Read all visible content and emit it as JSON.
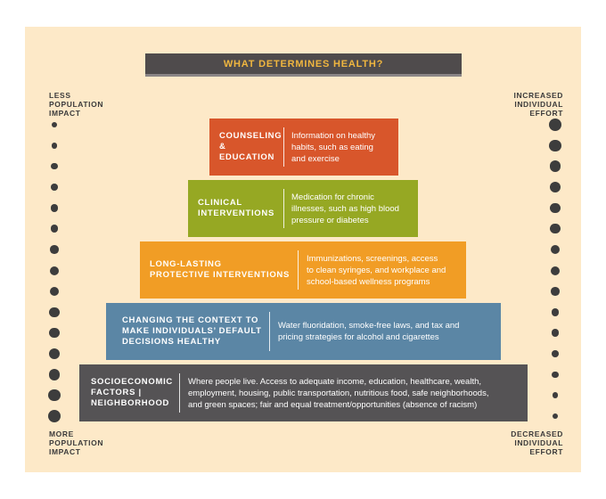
{
  "title": "WHAT DETERMINES HEALTH?",
  "left_top_label": "LESS\nPOPULATION\nIMPACT",
  "left_bottom_label": "MORE\nPOPULATION\nIMPACT",
  "right_top_label": "INCREASED\nINDIVIDUAL\nEFFORT",
  "right_bottom_label": "DECREASED\nINDIVIDUAL\nEFFORT",
  "colors": {
    "counseling": "#d8562b",
    "clinical": "#96a823",
    "protective": "#f19d25",
    "context": "#5b86a5",
    "socioeconomic": "#555355"
  },
  "tiers": [
    {
      "title": "COUNSELING\n& EDUCATION",
      "description": "Information on healthy\nhabits, such as eating\nand exercise"
    },
    {
      "title": "CLINICAL\nINTERVENTIONS",
      "description": "Medication for chronic\nillnesses, such as high blood\npressure or diabetes"
    },
    {
      "title": "LONG-LASTING\nPROTECTIVE INTERVENTIONS",
      "description": "Immunizations, screenings, access\nto clean syringes, and workplace and\nschool-based wellness programs"
    },
    {
      "title": "CHANGING THE CONTEXT TO\nMAKE INDIVIDUALS’ DEFAULT\nDECISIONS HEALTHY",
      "description": "Water fluoridation, smoke-free laws, and tax and\npricing strategies for alcohol and cigarettes"
    },
    {
      "title": "SOCIOECONOMIC\nFACTORS |\nNEIGHBORHOOD",
      "description": "Where people live. Access to adequate income, education, healthcare, wealth,\nemployment, housing, public transportation, nutritious food, safe neighborhoods,\nand green spaces; fair and equal treatment/opportunities (absence of racism)"
    }
  ]
}
